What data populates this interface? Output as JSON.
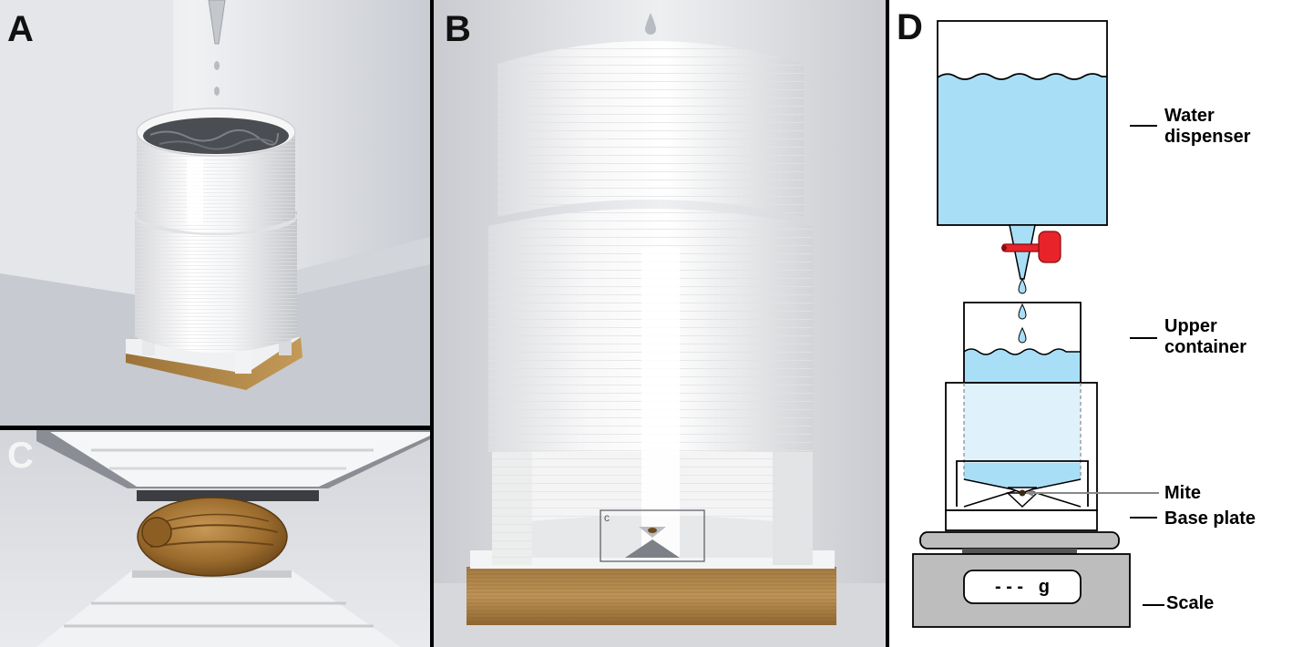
{
  "panels": {
    "a": {
      "letter": "A"
    },
    "b": {
      "letter": "B",
      "inset_label": "c"
    },
    "c": {
      "letter": "C"
    },
    "d": {
      "letter": "D"
    }
  },
  "diagram_labels": {
    "water_dispenser": [
      "Water",
      "dispenser"
    ],
    "upper_container": [
      "Upper",
      "container"
    ],
    "mite": "Mite",
    "base_plate": "Base plate",
    "scale": "Scale",
    "scale_readout": "- - -   g"
  },
  "colors": {
    "water": "#a9def7",
    "valve": "#e8242a",
    "wood": "#b58b4c",
    "mite": "#9a6a2c"
  }
}
